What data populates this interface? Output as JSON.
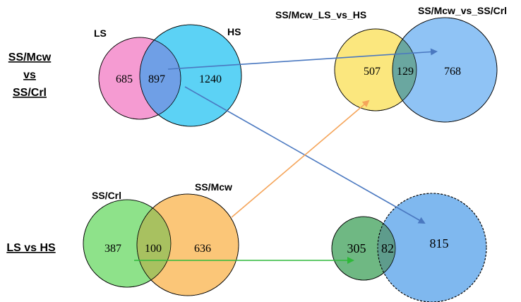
{
  "row_labels": {
    "top_line1": "SS/Mcw",
    "top_line2": "vs",
    "top_line3": "SS/Crl",
    "bottom": "LS  vs  HS"
  },
  "venn_top_left": {
    "left_label": "LS",
    "right_label": "HS",
    "left_only": "685",
    "overlap": "897",
    "right_only": "1240",
    "colors": {
      "left": "#f59bd2",
      "right": "#5cd2f5",
      "overlap": "#6f9fe6"
    }
  },
  "venn_top_right": {
    "left_label": "SS/Mcw_LS_vs_HS",
    "right_label": "SS/Mcw_vs_SS/Crl",
    "left_only": "507",
    "overlap": "129",
    "right_only": "768",
    "colors": {
      "left": "#fbe77e",
      "right": "#8fc3f5",
      "overlap": "#6aa7a0"
    }
  },
  "venn_bottom_left": {
    "left_label": "SS/Crl",
    "right_label": "SS/Mcw",
    "left_only": "387",
    "overlap": "100",
    "right_only": "636",
    "colors": {
      "left": "#8ee28a",
      "right": "#fbc678",
      "overlap": "#a8c160"
    }
  },
  "venn_bottom_right": {
    "left_only": "305",
    "overlap": "82",
    "right_only": "815",
    "colors": {
      "left": "#6fb883",
      "right": "#7fb8ef",
      "overlap": "#5e9c8c"
    }
  },
  "arrow_colors": {
    "blue": "#4a78c0",
    "orange": "#f5a55a",
    "green": "#2fb83a"
  }
}
